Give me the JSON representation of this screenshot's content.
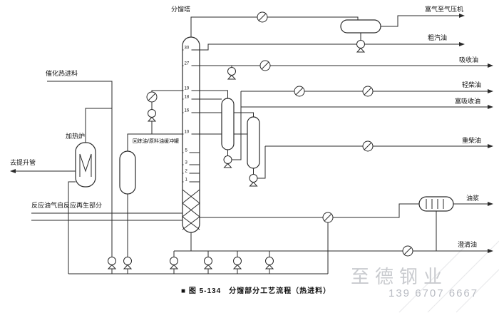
{
  "figure": {
    "caption": "■ 图 5-134　分馏部分工艺流程（热进料）"
  },
  "tower": {
    "name": "分馏塔",
    "trays": [
      "30",
      "27",
      "19",
      "18",
      "16",
      "10",
      "5",
      "3",
      "2",
      "1"
    ]
  },
  "equipment": {
    "furnace": "加热炉",
    "buffer_tank": "回炼油/原料油缓冲罐"
  },
  "streams": {
    "left": {
      "catalytic_hot_feed": "催化热进料",
      "to_riser": "去提升管",
      "reaction_gas": "反应油气自反应再生部分"
    },
    "right": {
      "rich_gas_to_compressor": "富气至气压机",
      "crude_gasoline": "粗汽油",
      "absorption_oil": "吸收油",
      "light_diesel": "轻柴油",
      "rich_absorption_oil": "富吸收油",
      "heavy_diesel": "重柴油",
      "oil_slurry": "油浆",
      "clarified_oil": "澄清油"
    }
  },
  "watermark": {
    "company": "至德钢业",
    "phone": "139 6707 6667",
    "color": "#c9cbcf",
    "phone_color": "#b9bcc3"
  },
  "colors": {
    "line": "#2a2a2a",
    "background": "#ffffff"
  }
}
